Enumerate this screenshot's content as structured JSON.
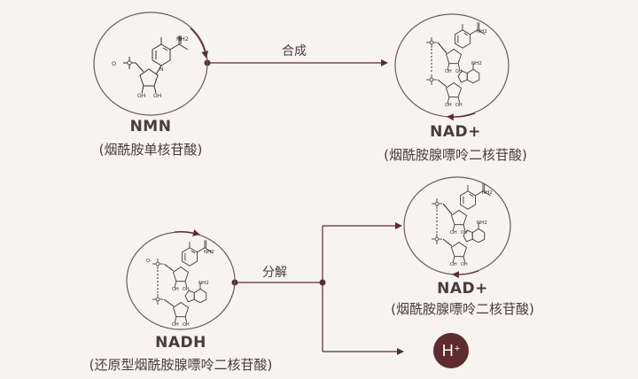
{
  "molecules": {
    "nmn": {
      "name": "NMN",
      "desc": "(烟酰胺单核苷酸)"
    },
    "nad_top": {
      "name": "NAD+",
      "desc": "(烟酰胺腺嘌呤二核苷酸)"
    },
    "nadh": {
      "name": "NADH",
      "desc": "(还原型烟酰胺腺嘌呤二核苷酸)"
    },
    "nad_bottom": {
      "name": "NAD+",
      "desc": "(烟酰胺腺嘌呤二核苷酸)"
    }
  },
  "reactions": {
    "synthesis": "合成",
    "decomposition": "分解"
  },
  "ion": {
    "base": "H",
    "charge": "+"
  },
  "structure_text": {
    "oh": "OH",
    "nh2": "NH2",
    "o": "O",
    "p": "P",
    "n": "N",
    "o_minus": "O-"
  },
  "colors": {
    "background": "#f6f3f1",
    "line": "#5e2b2e",
    "circle": "#6a5a60",
    "text": "#4a3a40",
    "ion_fill": "#5e2b2e"
  }
}
